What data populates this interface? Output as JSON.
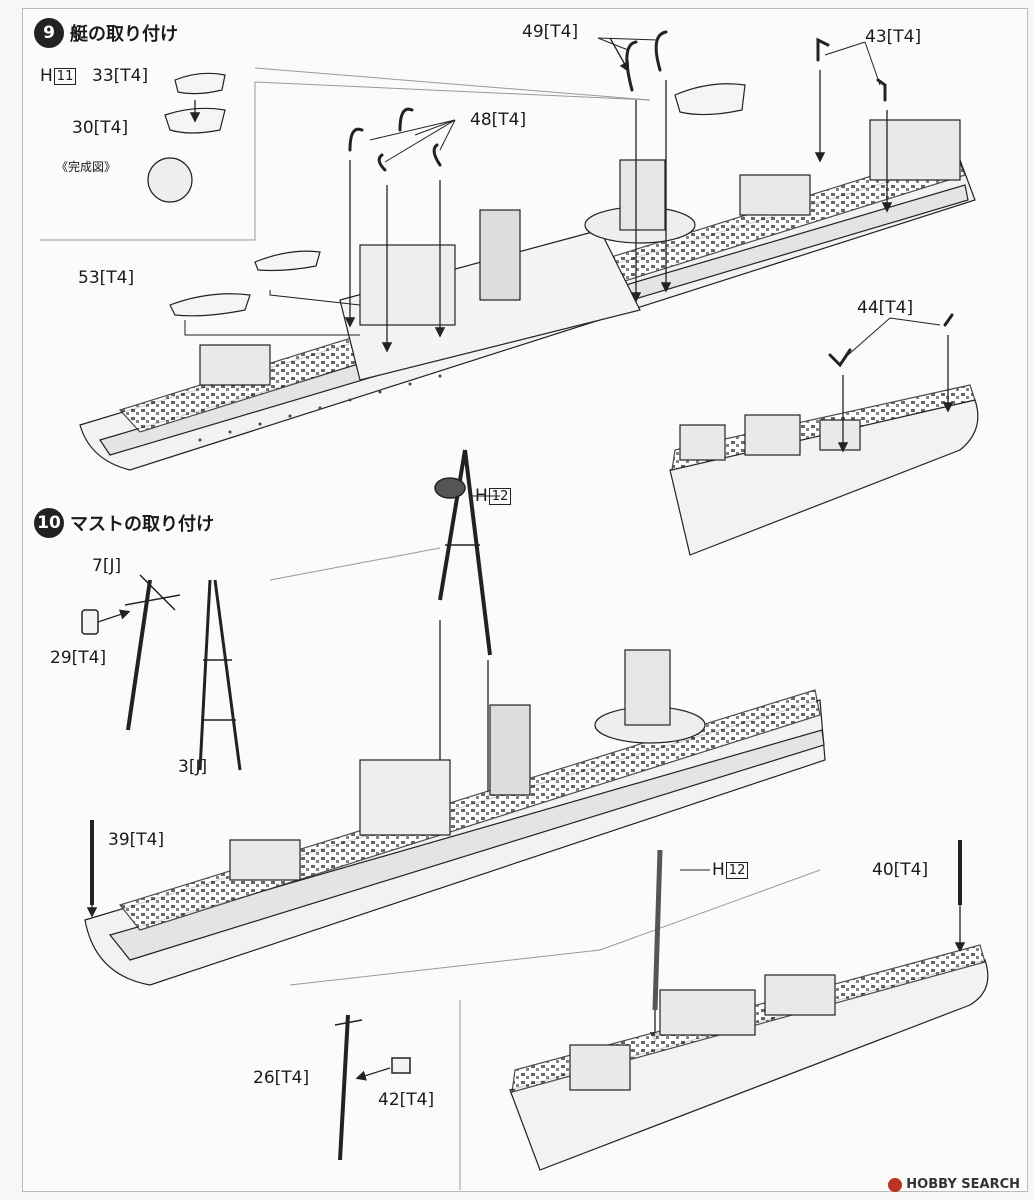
{
  "step9": {
    "num": "9",
    "title": "艇の取り付け"
  },
  "step10": {
    "num": "10",
    "title": "マストの取り付け"
  },
  "labels": {
    "p49": "49[T4]",
    "p43": "43[T4]",
    "h11_prefix": "H",
    "h11_box": "11",
    "p33": "33[T4]",
    "p30": "30[T4]",
    "complete": "《完成図》",
    "p48": "48[T4]",
    "p53": "53[T4]",
    "p44": "44[T4]",
    "h12a_prefix": "H",
    "h12a_box": "12",
    "p7": "7[J]",
    "p29": "29[T4]",
    "p3": "3[J]",
    "p39": "39[T4]",
    "h12b_prefix": "H",
    "h12b_box": "12",
    "p40": "40[T4]",
    "p26": "26[T4]",
    "p42": "42[T4]"
  },
  "watermark": "HOBBY SEARCH"
}
